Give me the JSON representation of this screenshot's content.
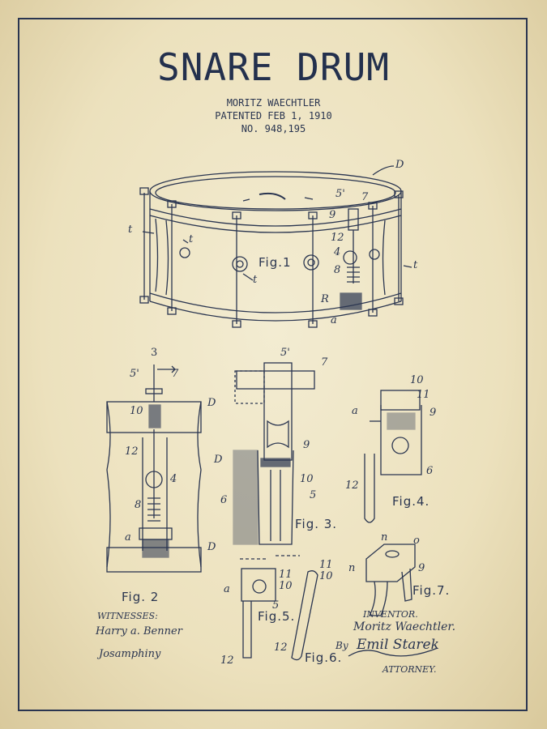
{
  "title": "SNARE DRUM",
  "inventor_line": "MORITZ WAECHTLER",
  "patent_line": "PATENTED FEB 1, 1910",
  "number_line": "NO. 948,195",
  "figures": {
    "fig1": "Fig.1",
    "fig2": "Fig. 2",
    "fig3": "Fig. 3.",
    "fig4": "Fig.4.",
    "fig5": "Fig.5.",
    "fig6": "Fig.6.",
    "fig7": "Fig.7."
  },
  "witnesses_label": "WITNESSES:",
  "witness_1": "Harry a. Benner",
  "witness_2": "Josamphiny",
  "inventor_label": "INVENTOR.",
  "inventor_signature": "Moritz Waechtler.",
  "by_label": "By",
  "attorney_signature": "Emil Starek",
  "attorney_label": "ATTORNEY.",
  "refs": {
    "D": "D",
    "t": "t",
    "a": "a",
    "R": "R",
    "s3": "3",
    "s5p": "5'",
    "s7": "7",
    "s9": "9",
    "s12": "12",
    "s4": "4",
    "s8": "8",
    "s10": "10",
    "s6": "6",
    "s5": "5",
    "s11": "11",
    "s0": "o",
    "n": "n"
  }
}
